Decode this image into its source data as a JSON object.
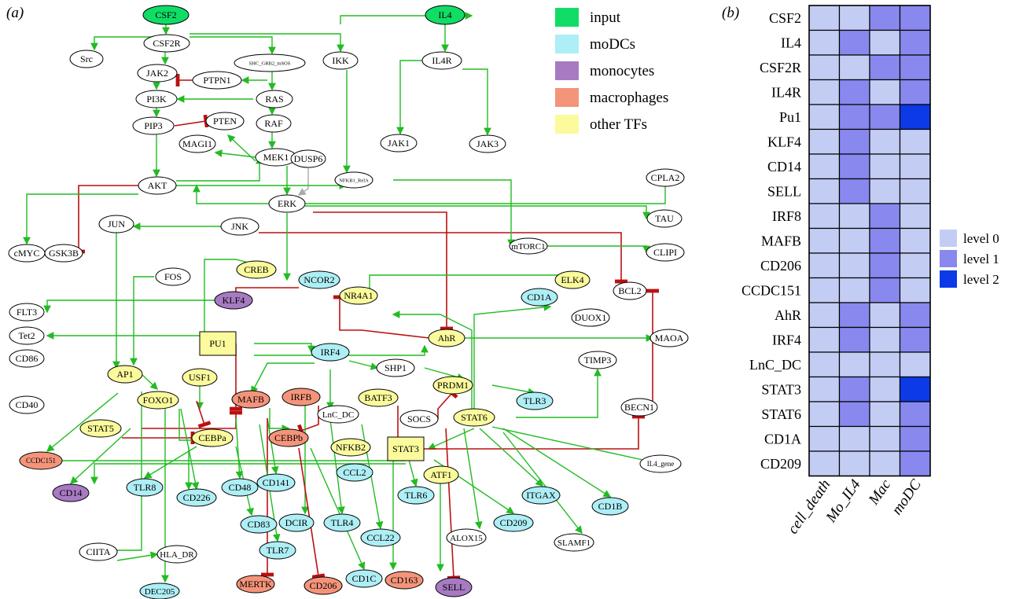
{
  "panel_a_label": "(a)",
  "panel_b_label": "(b)",
  "colors": {
    "input": "#11dd66",
    "moDCs": "#aeeef5",
    "monocytes": "#a77ac2",
    "macrophages": "#f4947a",
    "other_tfs": "#fbfa9c",
    "plain": "#ffffff",
    "activation_edge": "#22bb22",
    "inhibition_edge": "#bb1111",
    "grey_edge": "#aaaaaa",
    "level0": "#c3cdf4",
    "level1": "#8888ee",
    "level2": "#0c3ae6"
  },
  "legend_network": [
    {
      "key": "input",
      "label": "input",
      "color": "#11dd66"
    },
    {
      "key": "moDCs",
      "label": "moDCs",
      "color": "#aeeef5"
    },
    {
      "key": "monocytes",
      "label": "monocytes",
      "color": "#a77ac2"
    },
    {
      "key": "macrophages",
      "label": "macrophages",
      "color": "#f4947a"
    },
    {
      "key": "other_tfs",
      "label": "other TFs",
      "color": "#fbfa9c"
    }
  ],
  "nodes": [
    {
      "id": "CSF2",
      "label": "CSF2",
      "type": "input"
    },
    {
      "id": "IL4",
      "label": "IL4",
      "type": "input"
    },
    {
      "id": "CSF2R",
      "label": "CSF2R",
      "type": "plain"
    },
    {
      "id": "Src",
      "label": "Src",
      "type": "plain"
    },
    {
      "id": "SHC",
      "label": "SHC_GRB2_mSOS",
      "type": "plain"
    },
    {
      "id": "IKK",
      "label": "IKK",
      "type": "plain"
    },
    {
      "id": "IL4R",
      "label": "IL4R",
      "type": "plain"
    },
    {
      "id": "JAK2",
      "label": "JAK2",
      "type": "plain"
    },
    {
      "id": "PTPN1",
      "label": "PTPN1",
      "type": "plain"
    },
    {
      "id": "PI3K",
      "label": "PI3K",
      "type": "plain"
    },
    {
      "id": "RAS",
      "label": "RAS",
      "type": "plain"
    },
    {
      "id": "PIP3",
      "label": "PIP3",
      "type": "plain"
    },
    {
      "id": "PTEN",
      "label": "PTEN",
      "type": "plain"
    },
    {
      "id": "RAF",
      "label": "RAF",
      "type": "plain"
    },
    {
      "id": "MAGI1",
      "label": "MAGI1",
      "type": "plain"
    },
    {
      "id": "MEK1",
      "label": "MEK1",
      "type": "plain"
    },
    {
      "id": "DUSP6",
      "label": "DUSP6",
      "type": "plain"
    },
    {
      "id": "JAK1",
      "label": "JAK1",
      "type": "plain"
    },
    {
      "id": "JAK3",
      "label": "JAK3",
      "type": "plain"
    },
    {
      "id": "AKT",
      "label": "AKT",
      "type": "plain"
    },
    {
      "id": "NFKB1",
      "label": "NFKB1_RelA",
      "type": "plain"
    },
    {
      "id": "ERK",
      "label": "ERK",
      "type": "plain"
    },
    {
      "id": "CPLA2",
      "label": "CPLA2",
      "type": "plain"
    },
    {
      "id": "TAU",
      "label": "TAU",
      "type": "plain"
    },
    {
      "id": "JUN",
      "label": "JUN",
      "type": "plain"
    },
    {
      "id": "JNK",
      "label": "JNK",
      "type": "plain"
    },
    {
      "id": "mTORC1",
      "label": "mTORC1",
      "type": "plain"
    },
    {
      "id": "CLIPI",
      "label": "CLIPI",
      "type": "plain"
    },
    {
      "id": "cMYC",
      "label": "cMYC",
      "type": "plain"
    },
    {
      "id": "GSK3B",
      "label": "GSK3B",
      "type": "plain"
    },
    {
      "id": "FOS",
      "label": "FOS",
      "type": "plain"
    },
    {
      "id": "CREB",
      "label": "CREB",
      "type": "tf"
    },
    {
      "id": "NCOR2",
      "label": "NCOR2",
      "type": "modc"
    },
    {
      "id": "NR4A1",
      "label": "NR4A1",
      "type": "tf"
    },
    {
      "id": "ELK4",
      "label": "ELK4",
      "type": "tf"
    },
    {
      "id": "CD1A",
      "label": "CD1A",
      "type": "modc"
    },
    {
      "id": "BCL2",
      "label": "BCL2",
      "type": "plain"
    },
    {
      "id": "KLF4",
      "label": "KLF4",
      "type": "mono"
    },
    {
      "id": "FLT3",
      "label": "FLT3",
      "type": "plain"
    },
    {
      "id": "DUOX1",
      "label": "DUOX1",
      "type": "plain"
    },
    {
      "id": "Tet2",
      "label": "Tet2",
      "type": "plain"
    },
    {
      "id": "PU1",
      "label": "PU1",
      "type": "tfbox"
    },
    {
      "id": "AhR",
      "label": "AhR",
      "type": "tf"
    },
    {
      "id": "MAOA",
      "label": "MAOA",
      "type": "plain"
    },
    {
      "id": "IRF4",
      "label": "IRF4",
      "type": "modc"
    },
    {
      "id": "CD86",
      "label": "CD86",
      "type": "plain"
    },
    {
      "id": "SHP1",
      "label": "SHP1",
      "type": "plain"
    },
    {
      "id": "TIMP3",
      "label": "TIMP3",
      "type": "plain"
    },
    {
      "id": "AP1",
      "label": "AP1",
      "type": "tf"
    },
    {
      "id": "USF1",
      "label": "USF1",
      "type": "tf"
    },
    {
      "id": "PRDM1",
      "label": "PRDM1",
      "type": "tf"
    },
    {
      "id": "FOXO1",
      "label": "FOXO1",
      "type": "tf"
    },
    {
      "id": "MAFB",
      "label": "MAFB",
      "type": "mac"
    },
    {
      "id": "IRFB",
      "label": "IRFB",
      "type": "mac"
    },
    {
      "id": "BATF3",
      "label": "BATF3",
      "type": "tf"
    },
    {
      "id": "TLR3",
      "label": "TLR3",
      "type": "modc"
    },
    {
      "id": "CD40",
      "label": "CD40",
      "type": "plain"
    },
    {
      "id": "LnC_DC",
      "label": "LnC_DC",
      "type": "plain"
    },
    {
      "id": "SOCS",
      "label": "SOCS",
      "type": "plain"
    },
    {
      "id": "STAT6",
      "label": "STAT6",
      "type": "tf"
    },
    {
      "id": "BECN1",
      "label": "BECN1",
      "type": "plain"
    },
    {
      "id": "STAT5",
      "label": "STAT5",
      "type": "tf"
    },
    {
      "id": "CEBPa",
      "label": "CEBPa",
      "type": "tf"
    },
    {
      "id": "CEBPb",
      "label": "CEBPb",
      "type": "mac"
    },
    {
      "id": "NFKB2",
      "label": "NFKB2",
      "type": "tf"
    },
    {
      "id": "STAT3",
      "label": "STAT3",
      "type": "tfbox"
    },
    {
      "id": "CCDC151",
      "label": "CCDC151",
      "type": "mac"
    },
    {
      "id": "CCL2",
      "label": "CCL2",
      "type": "modc"
    },
    {
      "id": "ATF1",
      "label": "ATF1",
      "type": "tf"
    },
    {
      "id": "IL4_gene",
      "label": "IL4_gene",
      "type": "plain"
    },
    {
      "id": "CD14",
      "label": "CD14",
      "type": "mono"
    },
    {
      "id": "TLR8",
      "label": "TLR8",
      "type": "modc"
    },
    {
      "id": "CD226",
      "label": "CD226",
      "type": "modc"
    },
    {
      "id": "CD48",
      "label": "CD48",
      "type": "modc"
    },
    {
      "id": "CD141",
      "label": "CD141",
      "type": "modc"
    },
    {
      "id": "TLR6",
      "label": "TLR6",
      "type": "modc"
    },
    {
      "id": "ITGAX",
      "label": "ITGAX",
      "type": "modc"
    },
    {
      "id": "CD1B",
      "label": "CD1B",
      "type": "modc"
    },
    {
      "id": "CD209",
      "label": "CD209",
      "type": "modc"
    },
    {
      "id": "CD83",
      "label": "CD83",
      "type": "modc"
    },
    {
      "id": "DCIR",
      "label": "DCIR",
      "type": "modc"
    },
    {
      "id": "TLR4",
      "label": "TLR4",
      "type": "modc"
    },
    {
      "id": "CCL22",
      "label": "CCL22",
      "type": "modc"
    },
    {
      "id": "ALOX15",
      "label": "ALOX15",
      "type": "plain"
    },
    {
      "id": "SLAMF1",
      "label": "SLAMF1",
      "type": "plain"
    },
    {
      "id": "CIITA",
      "label": "CIITA",
      "type": "plain"
    },
    {
      "id": "HLA_DR",
      "label": "HLA_DR",
      "type": "plain"
    },
    {
      "id": "TLR7",
      "label": "TLR7",
      "type": "modc"
    },
    {
      "id": "MERTK",
      "label": "MERTK",
      "type": "mac"
    },
    {
      "id": "CD206",
      "label": "CD206",
      "type": "mac"
    },
    {
      "id": "CD1C",
      "label": "CD1C",
      "type": "modc"
    },
    {
      "id": "CD163",
      "label": "CD163",
      "type": "mac"
    },
    {
      "id": "SELL",
      "label": "SELL",
      "type": "mono"
    },
    {
      "id": "DEC205",
      "label": "DEC205",
      "type": "modc"
    }
  ],
  "heatmap": {
    "rows": [
      "CSF2",
      "IL4",
      "CSF2R",
      "IL4R",
      "Pu1",
      "KLF4",
      "CD14",
      "SELL",
      "IRF8",
      "MAFB",
      "CD206",
      "CCDC151",
      "AhR",
      "IRF4",
      "LnC_DC",
      "STAT3",
      "STAT6",
      "CD1A",
      "CD209"
    ],
    "columns": [
      "cell_death",
      "Mo_IL4",
      "Mac",
      "moDC"
    ],
    "values": [
      [
        0,
        0,
        1,
        1
      ],
      [
        0,
        1,
        0,
        1
      ],
      [
        0,
        0,
        1,
        1
      ],
      [
        0,
        1,
        0,
        1
      ],
      [
        0,
        1,
        1,
        2
      ],
      [
        0,
        1,
        0,
        0
      ],
      [
        0,
        1,
        0,
        0
      ],
      [
        0,
        1,
        0,
        0
      ],
      [
        0,
        0,
        1,
        0
      ],
      [
        0,
        0,
        1,
        0
      ],
      [
        0,
        0,
        1,
        0
      ],
      [
        0,
        0,
        1,
        0
      ],
      [
        0,
        1,
        0,
        1
      ],
      [
        0,
        1,
        0,
        1
      ],
      [
        0,
        0,
        0,
        0
      ],
      [
        0,
        1,
        0,
        2
      ],
      [
        0,
        1,
        0,
        1
      ],
      [
        0,
        0,
        0,
        1
      ],
      [
        0,
        0,
        0,
        1
      ]
    ],
    "legend": [
      {
        "label": "level 0",
        "color": "#c3cdf4"
      },
      {
        "label": "level 1",
        "color": "#8888ee"
      },
      {
        "label": "level 2",
        "color": "#0c3ae6"
      }
    ]
  }
}
